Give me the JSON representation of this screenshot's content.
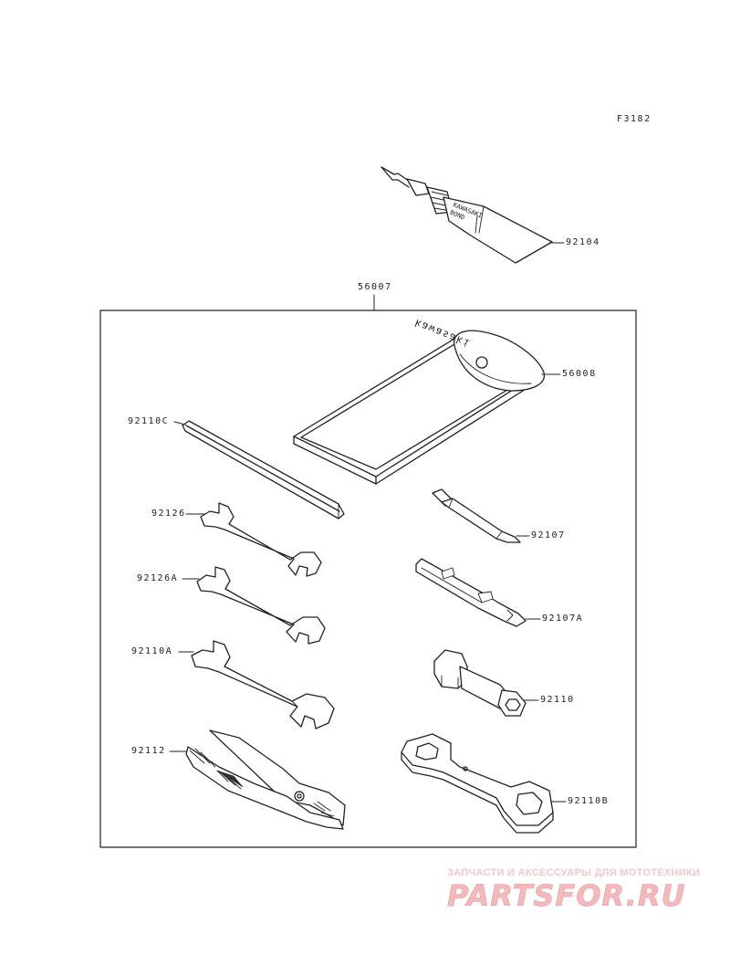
{
  "figure_code": "F3182",
  "parts": {
    "bond_tube": "92104",
    "tool_kit": "56007",
    "tool_pouch": "56008",
    "hex_bar": "92110C",
    "wrench_small": "92126",
    "wrench_medium": "92126A",
    "wrench_large": "92110A",
    "pliers": "92112",
    "screwdriver_bit": "92107",
    "screwdriver_handle": "92107A",
    "socket_wrench": "92110",
    "box_wrench": "92110B"
  },
  "tube_label_line1": "KAWASAKI",
  "tube_label_line2": "BOND",
  "pouch_brand": "kawasaki",
  "watermark": {
    "tagline": "ЗАПЧАСТИ И АКСЕССУАРЫ ДЛЯ МОТОТЕХНИКИ",
    "logo_text": "PARTSFOR.RU",
    "logo_color": "#e0393e"
  }
}
